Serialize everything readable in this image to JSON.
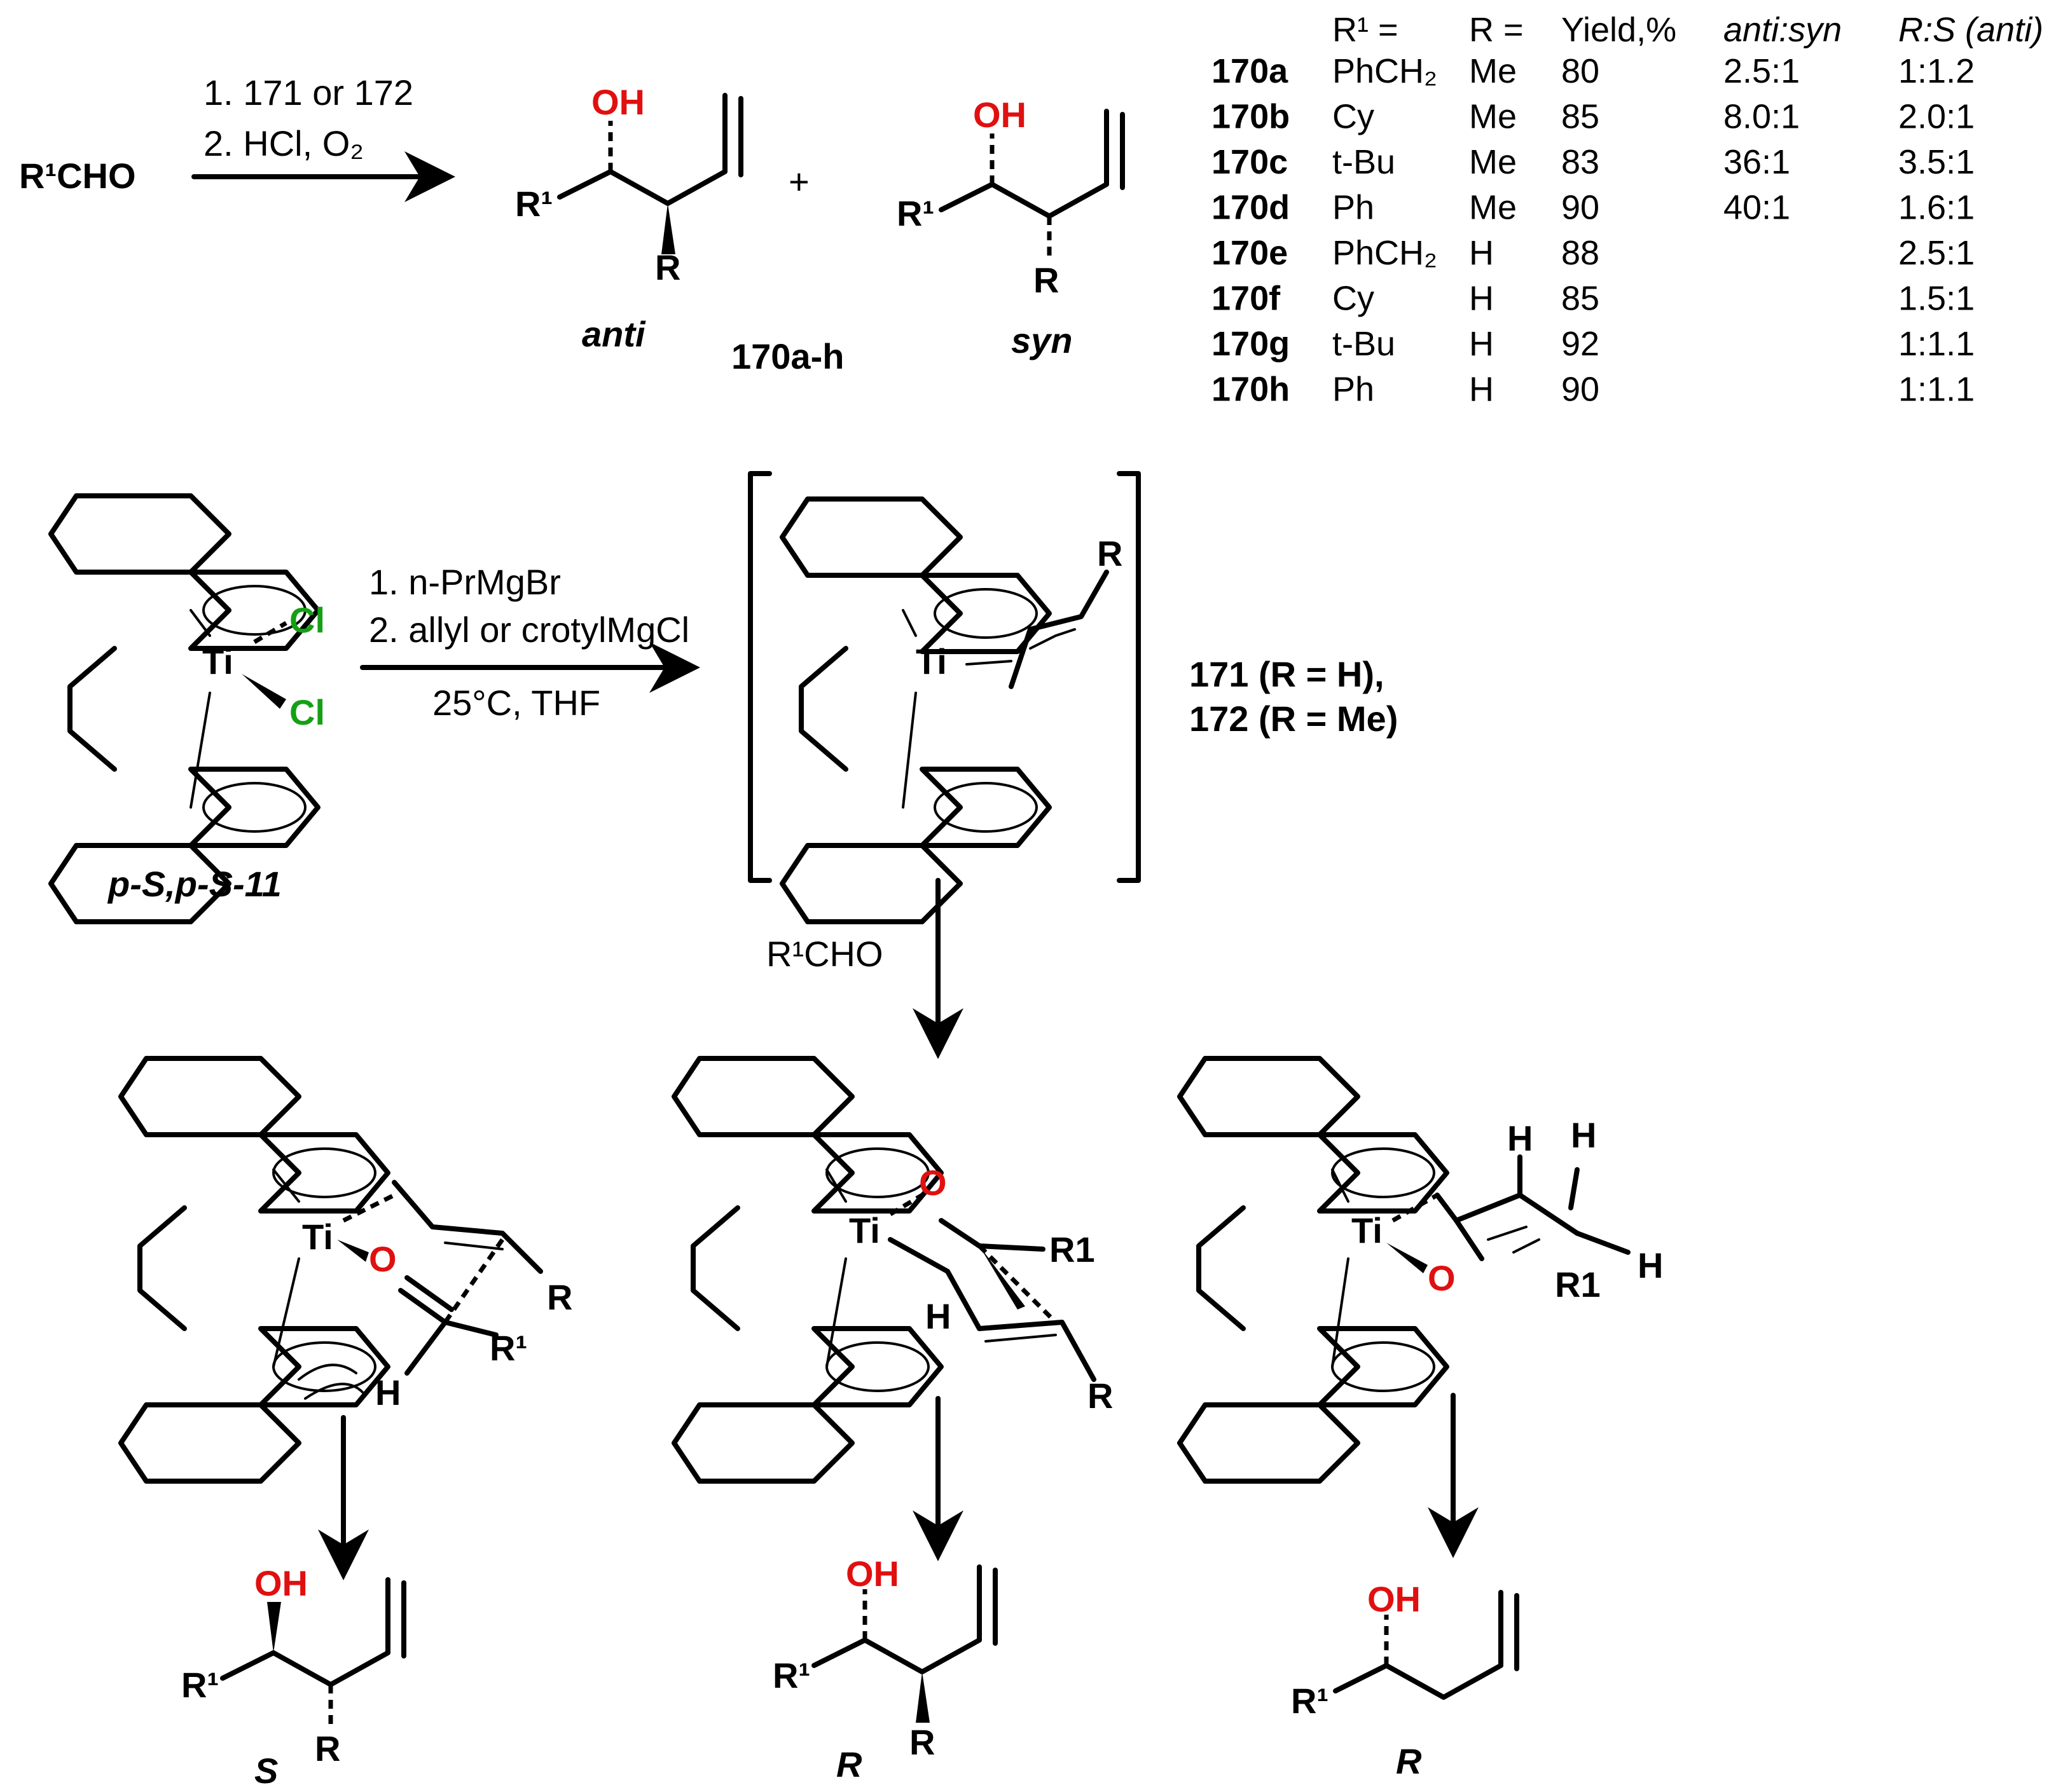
{
  "top_reaction": {
    "reactant": "R¹CHO",
    "conditions": [
      "1. 171 or 172",
      "2. HCl, O₂"
    ],
    "plus": "+",
    "anti_label": "anti",
    "syn_label": "syn",
    "product_ids": "170a-h",
    "OH": "OH",
    "R": "R",
    "R1": "R¹"
  },
  "table": {
    "headers": [
      "",
      "R¹ =",
      "R =",
      "Yield,%",
      "anti:syn",
      "R:S (anti)"
    ],
    "rows": [
      [
        "170a",
        "PhCH₂",
        "Me",
        "80",
        "2.5:1",
        "1:1.2"
      ],
      [
        "170b",
        "Cy",
        "Me",
        "85",
        "8.0:1",
        "2.0:1"
      ],
      [
        "170c",
        "t-Bu",
        "Me",
        "83",
        "36:1",
        "3.5:1"
      ],
      [
        "170d",
        "Ph",
        "Me",
        "90",
        "40:1",
        "1.6:1"
      ],
      [
        "170e",
        "PhCH₂",
        "H",
        "88",
        "",
        "2.5:1"
      ],
      [
        "170f",
        "Cy",
        "H",
        "85",
        "",
        "1.5:1"
      ],
      [
        "170g",
        "t-Bu",
        "H",
        "92",
        "",
        "1:1.1"
      ],
      [
        "170h",
        "Ph",
        "H",
        "90",
        "",
        "1:1.1"
      ]
    ]
  },
  "middle_reaction": {
    "catalyst_label": "p-S,p-S-11",
    "Ti": "Ti",
    "Cl": "Cl",
    "conditions": [
      "1. n-PrMgBr",
      "2. allyl or crotylMgCl",
      "25°C, THF"
    ],
    "intermediate_labels": [
      "171 (R = H),",
      "172 (R = Me)"
    ],
    "reagent_down": "R¹CHO"
  },
  "transition_states": {
    "O": "O",
    "H": "H",
    "R1_sub": "R1",
    "outcomes": [
      "S",
      "R",
      "R"
    ]
  },
  "colors": {
    "oxygen": "#e01010",
    "chlorine": "#14a014",
    "ink": "#000000"
  }
}
